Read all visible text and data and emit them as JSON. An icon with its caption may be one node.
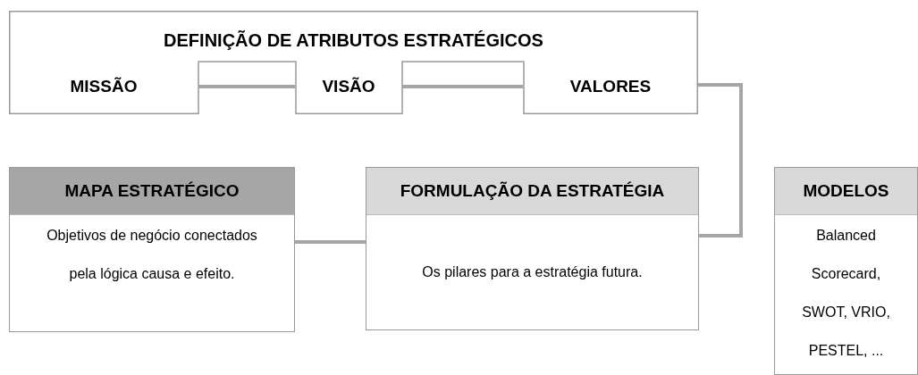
{
  "diagram": {
    "nodes": [
      {
        "text": [
          "DEFINIÇÃO DE ATRIBUTOS ESTRATÉGICOS"
        ]
      },
      {
        "text": [
          "MISSÃO"
        ],
        "in": 0
      },
      {
        "text": [
          "VISÃO"
        ],
        "in": 0
      },
      {
        "text": [
          "VALORES"
        ],
        "in": 0
      },
      {
        "text": [
          "MAPA ESTRATÉGICO",
          "Objetivos de negócio conectados pela lógica causa e efeito."
        ]
      },
      {
        "text": [
          "FORMULAÇÃO DA ESTRATÉGIA",
          "Os pilares para a estratégia futura."
        ]
      },
      {
        "text": [
          "MODELOS",
          "Balanced Scorecard, SWOT, VRIO, PESTEL, ..."
        ]
      }
    ],
    "edges": [
      {
        "from": 1,
        "to": 2,
        "arrow": "none"
      },
      {
        "from": 2,
        "to": 3,
        "arrow": "none"
      },
      {
        "from": 3,
        "to": 5,
        "arrow": "none"
      },
      {
        "from": 4,
        "to": 5,
        "arrow": "none"
      }
    ]
  }
}
